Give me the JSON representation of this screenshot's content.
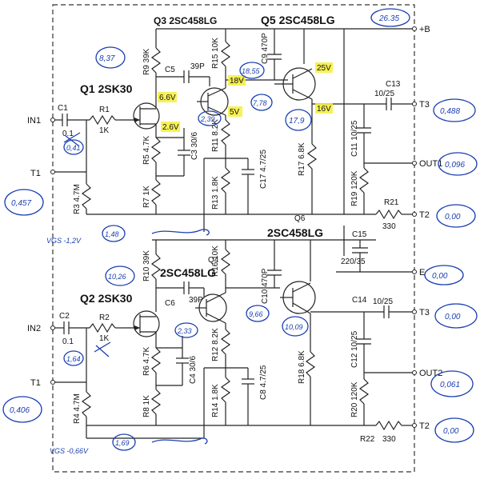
{
  "labels": {
    "q3": "Q3 2SC458LG",
    "q5": "Q5 2SC458LG",
    "q1": "Q1 2SK30",
    "q4": "Q4",
    "q4type": "2SC458LG",
    "q6": "Q6",
    "q6type": "2SC458LG",
    "q2": "Q2 2SK30",
    "plus_b": "+B",
    "in1": "IN1",
    "in2": "IN2",
    "t1_left": "T1",
    "t1_left2": "T1",
    "t3_top": "T3",
    "t3_bot": "T3",
    "out1": "OUT1",
    "out2": "OUT2",
    "t2_top": "T2",
    "t2_bot": "T2",
    "e": "E",
    "r9": "R9 39K",
    "r15": "R15 10K",
    "c5": "C5",
    "c5v": "39P",
    "c9": "C9 470P",
    "c1": "C1",
    "c1v": "0.1",
    "r1": "R1",
    "r1v": "1K",
    "r11": "R11 8.2K",
    "c11": "C11 10/25",
    "c13": "C13",
    "c13v": "10/25",
    "r5": "R5 4.7K",
    "c3": "C3 30/6",
    "c17": "C17 4.7/25",
    "r17": "R17 6.8K",
    "r19": "R19 120K",
    "r3": "R3 4.7M",
    "r7": "R7 1K",
    "r13": "R13 1.8K",
    "r21": "R21",
    "r21v": "330",
    "c15": "C15",
    "c15v": "220/35",
    "r10": "R10 39K",
    "r16": "R16 10K",
    "c10": "C10 470P",
    "c6": "C6",
    "c6v": "39P",
    "c2": "C2",
    "c2v": "0.1",
    "r2": "R2",
    "r2v": "1K",
    "r6": "R6 4.7K",
    "c4": "C4 30/6",
    "r12": "R12 8.2K",
    "c8": "C8 4.7/25",
    "r18": "R18 6.8K",
    "c14": "C14",
    "c14v": "10/25",
    "c12": "C12 10/25",
    "r8": "R8 1K",
    "r14": "R14 1.8K",
    "r20": "R20 120K",
    "r4": "R4 4.7M",
    "r22": "R22",
    "r22v": "330"
  },
  "highlights": {
    "v66": "6.6V",
    "v26": "2.6V",
    "v18": "18V",
    "v5": "5V",
    "v25": "25V",
    "v16": "16V"
  },
  "annotations": {
    "a2635": "26.35",
    "a837": "8,37",
    "a1855": "18,55",
    "a239": "2,39",
    "a778": "7,78",
    "a179": "17,9",
    "a041": "0,41",
    "a0457": "0,457",
    "a0488": "0,488",
    "a0096": "0,096",
    "a000a": "0,00",
    "a148": "1,48",
    "a000b": "0,00",
    "vgs1": "VGS -1,2V",
    "a1026": "10,26",
    "a233": "2,33",
    "a966": "9,66",
    "a1009": "10,09",
    "a000c": "0,00",
    "a164": "1,64",
    "a0406": "0,406",
    "a0061": "0,061",
    "a169": "1,69",
    "vgs2": "VGS -0,66V",
    "a000d": "0,00"
  }
}
